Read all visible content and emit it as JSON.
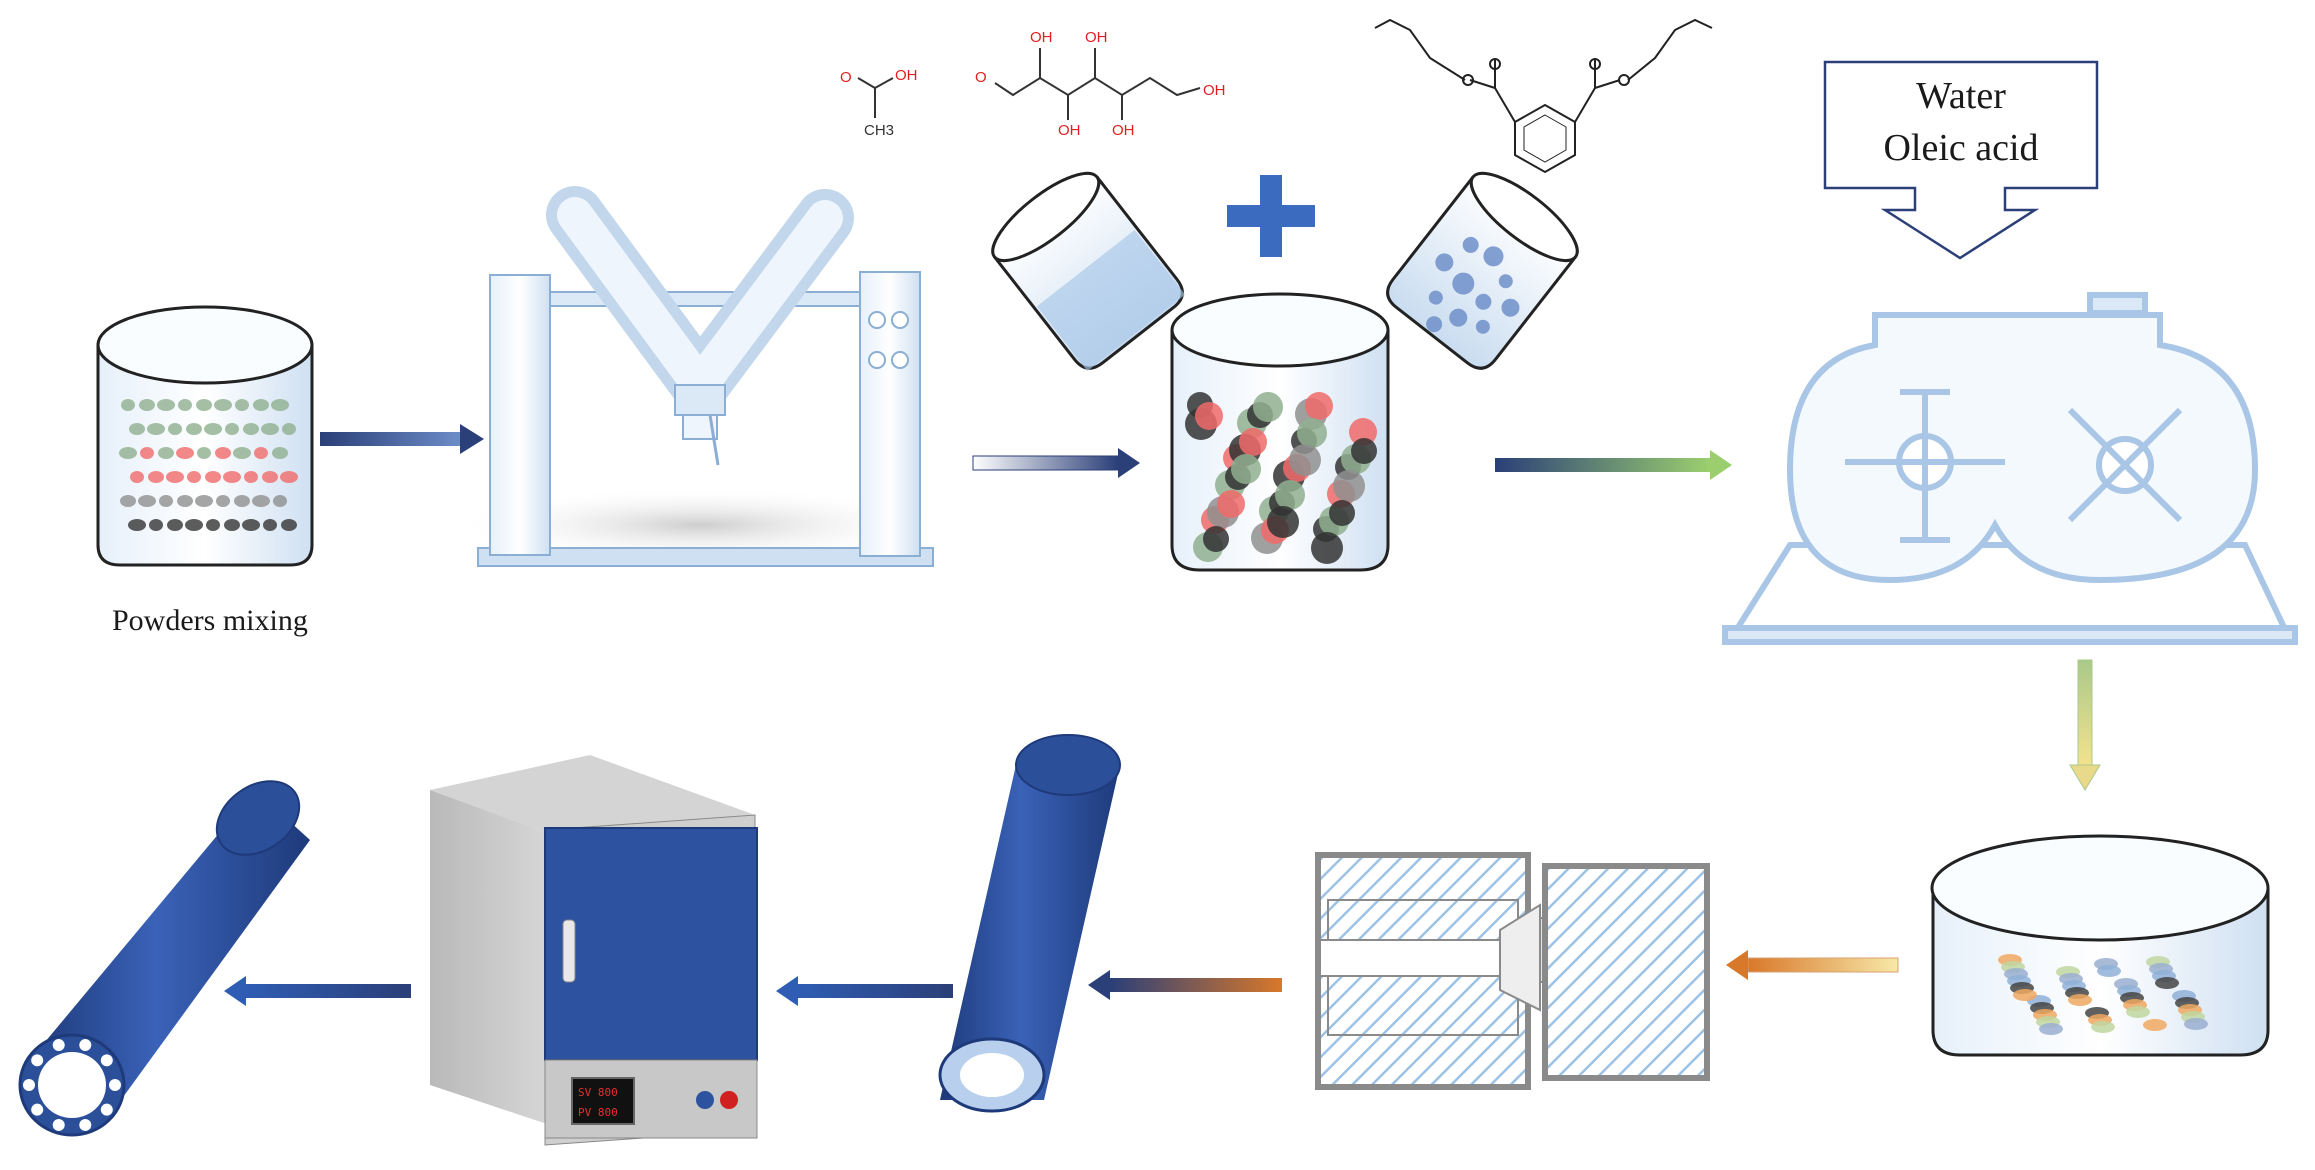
{
  "labels": {
    "powders_mixing": "Powders mixing",
    "callout_line1": "Water",
    "callout_line2": "Oleic acid"
  },
  "chemistry": {
    "acetic": {
      "o": "O",
      "oh": "OH",
      "ch3": "CH3"
    },
    "sugar": {
      "o": "O",
      "oh": "OH"
    },
    "phthalate": {
      "o": "O"
    }
  },
  "furnace_display": {
    "line1": "SV 800",
    "line2": "PV 800"
  },
  "colors": {
    "arrow_blue": "#2f4f8f",
    "arrow_green": "#8fbf6a",
    "arrow_yellow": "#e9d98a",
    "arrow_orange": "#d98a3a",
    "tube_blue": "#2c4f9a",
    "glass": "#cfe0f2",
    "plus": "#3a6bbf"
  }
}
